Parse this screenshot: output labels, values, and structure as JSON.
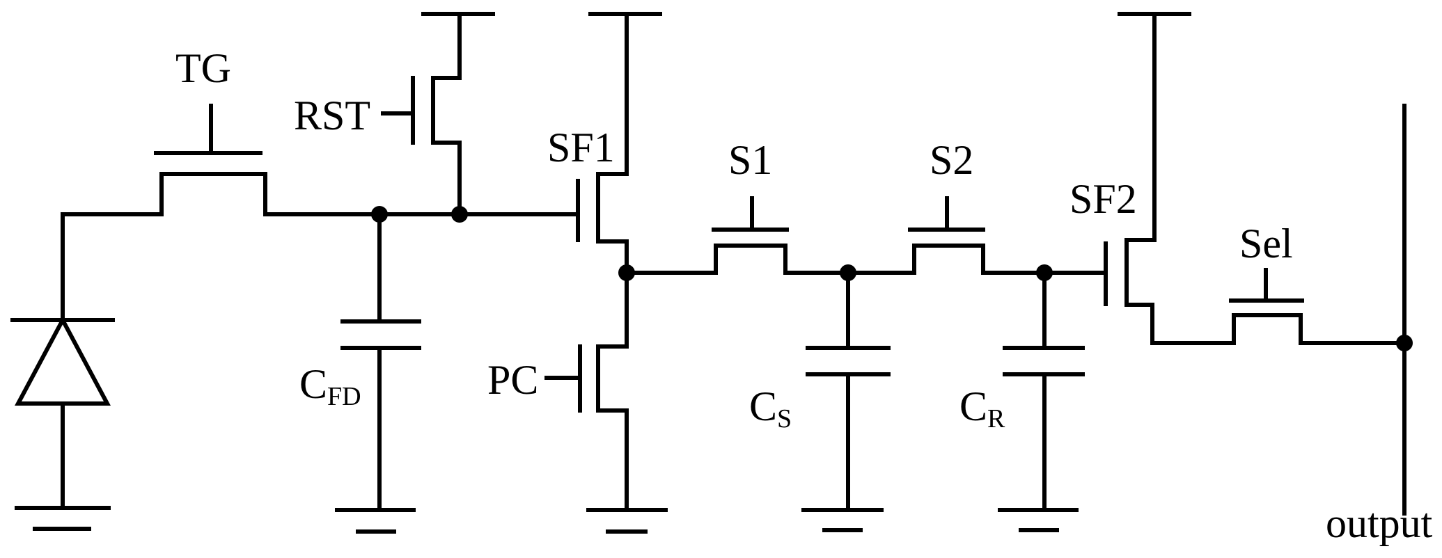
{
  "labels": {
    "tg": "TG",
    "rst": "RST",
    "sf1": "SF1",
    "s1": "S1",
    "s2": "S2",
    "sf2": "SF2",
    "sel": "Sel",
    "pc": "PC",
    "output": "output",
    "cfd_base": "C",
    "cfd_sub": "FD",
    "cs_base": "C",
    "cs_sub": "S",
    "cr_base": "C",
    "cr_sub": "R"
  }
}
